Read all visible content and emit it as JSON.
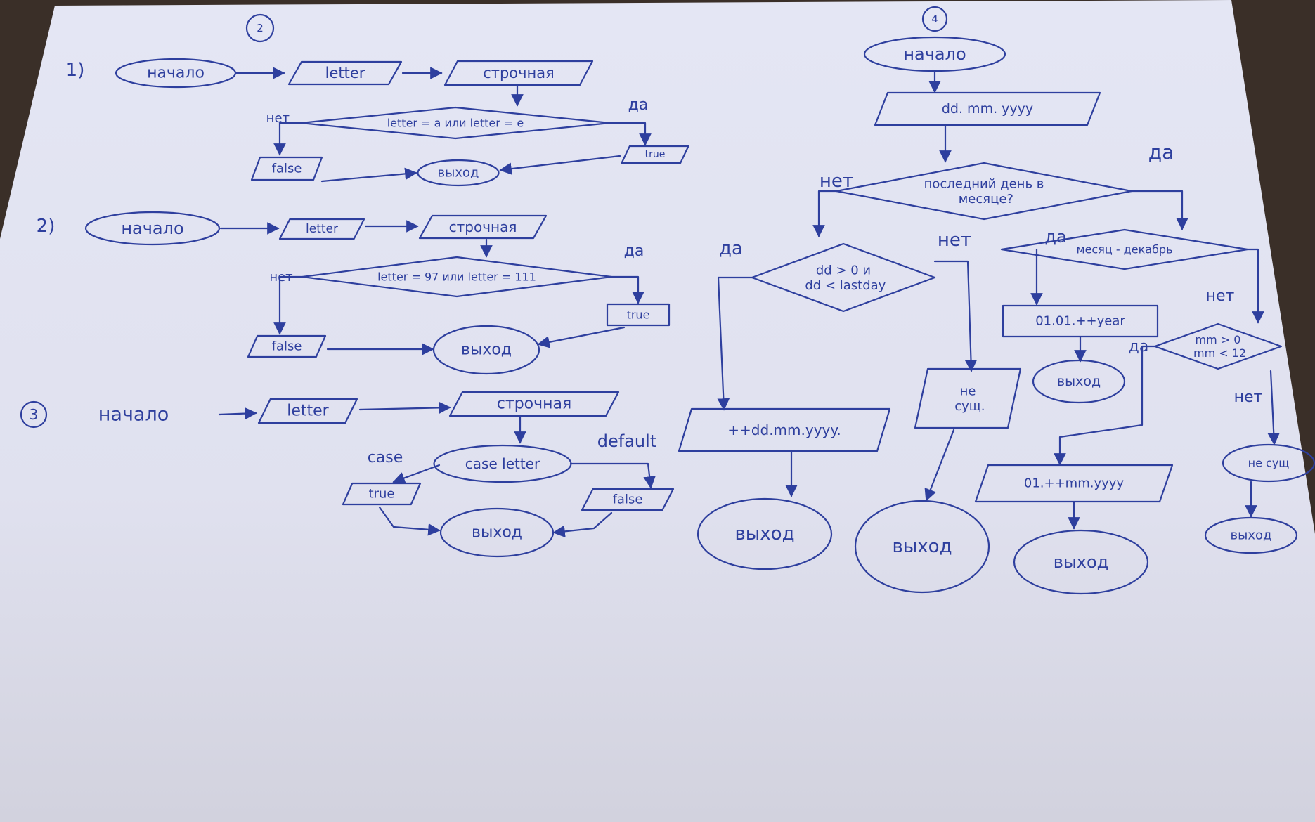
{
  "colors": {
    "ink": "#2e3f9e",
    "paper": "#e6e7f3",
    "table": "#3a2f28"
  },
  "diagram": {
    "nodes": [
      {
        "id": "mark2",
        "label": "2",
        "shape": "circle"
      },
      {
        "id": "mark4",
        "label": "4",
        "shape": "circle"
      },
      {
        "id": "num1",
        "label": "1)",
        "shape": "none"
      },
      {
        "id": "num2",
        "label": "2)",
        "shape": "none"
      },
      {
        "id": "num3",
        "label": "3",
        "shape": "circle"
      },
      {
        "id": "d1_start",
        "label": "начало",
        "shape": "terminal"
      },
      {
        "id": "d1_in",
        "label": "letter",
        "shape": "parallelogram"
      },
      {
        "id": "d1_proc",
        "label": "строчная",
        "shape": "parallelogram"
      },
      {
        "id": "d1_cond",
        "label": "letter = a или letter = e",
        "shape": "decision"
      },
      {
        "id": "d1_false",
        "label": "false",
        "shape": "parallelogram"
      },
      {
        "id": "d1_true",
        "label": "true",
        "shape": "parallelogram"
      },
      {
        "id": "d1_exit",
        "label": "выход",
        "shape": "terminal"
      },
      {
        "id": "d2_start",
        "label": "начало",
        "shape": "terminal"
      },
      {
        "id": "d2_in",
        "label": "letter",
        "shape": "parallelogram"
      },
      {
        "id": "d2_proc",
        "label": "строчная",
        "shape": "parallelogram"
      },
      {
        "id": "d2_cond",
        "label": "letter = 97 или letter = 111",
        "shape": "decision"
      },
      {
        "id": "d2_false",
        "label": "false",
        "shape": "parallelogram"
      },
      {
        "id": "d2_true",
        "label": "true",
        "shape": "rect"
      },
      {
        "id": "d2_exit",
        "label": "выход",
        "shape": "terminal"
      },
      {
        "id": "d3_start",
        "label": "начало",
        "shape": "none"
      },
      {
        "id": "d3_in",
        "label": "letter",
        "shape": "parallelogram"
      },
      {
        "id": "d3_proc",
        "label": "строчная",
        "shape": "parallelogram"
      },
      {
        "id": "d3_case",
        "label": "case letter",
        "shape": "terminal"
      },
      {
        "id": "d3_true",
        "label": "true",
        "shape": "parallelogram"
      },
      {
        "id": "d3_false",
        "label": "false",
        "shape": "parallelogram"
      },
      {
        "id": "d3_exit",
        "label": "выход",
        "shape": "terminal"
      },
      {
        "id": "d4_start",
        "label": "начало",
        "shape": "terminal"
      },
      {
        "id": "d4_in",
        "label": "dd. mm. yyyy",
        "shape": "parallelogram"
      },
      {
        "id": "d4_cond1",
        "label": "последний день в месяце?",
        "shape": "decision"
      },
      {
        "id": "d4_cond2",
        "label": "dd > 0 и dd < lastday",
        "shape": "decision"
      },
      {
        "id": "d4_cond3",
        "label": "месяц - декабрь",
        "shape": "decision"
      },
      {
        "id": "d4_newyear",
        "label": "01.01.++year",
        "shape": "rect"
      },
      {
        "id": "d4_exitA",
        "label": "выход",
        "shape": "terminal"
      },
      {
        "id": "d4_cond4",
        "label": "mm > 0 mm < 12",
        "shape": "decision"
      },
      {
        "id": "d4_nodate1",
        "label": "не сущ.",
        "shape": "parallelogram"
      },
      {
        "id": "d4_nodate2",
        "label": "не сущ",
        "shape": "terminal"
      },
      {
        "id": "d4_incday",
        "label": "++dd.mm.yyyy.",
        "shape": "parallelogram"
      },
      {
        "id": "d4_incmonth",
        "label": "01.++mm.yyyy",
        "shape": "parallelogram"
      },
      {
        "id": "d4_exitB",
        "label": "выход",
        "shape": "terminal"
      },
      {
        "id": "d4_exitC",
        "label": "выход",
        "shape": "terminal"
      },
      {
        "id": "d4_exitD",
        "label": "выход",
        "shape": "terminal"
      },
      {
        "id": "d4_exitE",
        "label": "выход",
        "shape": "terminal"
      }
    ],
    "edges": [
      {
        "from": "d1_start",
        "to": "d1_in"
      },
      {
        "from": "d1_in",
        "to": "d1_proc"
      },
      {
        "from": "d1_proc",
        "to": "d1_cond"
      },
      {
        "from": "d1_cond",
        "to": "d1_false",
        "label": "нет"
      },
      {
        "from": "d1_cond",
        "to": "d1_true",
        "label": "да"
      },
      {
        "from": "d1_false",
        "to": "d1_exit"
      },
      {
        "from": "d1_true",
        "to": "d1_exit"
      },
      {
        "from": "d2_start",
        "to": "d2_in"
      },
      {
        "from": "d2_in",
        "to": "d2_proc"
      },
      {
        "from": "d2_proc",
        "to": "d2_cond"
      },
      {
        "from": "d2_cond",
        "to": "d2_false",
        "label": "нет"
      },
      {
        "from": "d2_cond",
        "to": "d2_true",
        "label": "да"
      },
      {
        "from": "d2_false",
        "to": "d2_exit"
      },
      {
        "from": "d2_true",
        "to": "d2_exit"
      },
      {
        "from": "d3_start",
        "to": "d3_in"
      },
      {
        "from": "d3_in",
        "to": "d3_proc"
      },
      {
        "from": "d3_proc",
        "to": "d3_case"
      },
      {
        "from": "d3_case",
        "to": "d3_true",
        "label": "case"
      },
      {
        "from": "d3_case",
        "to": "d3_false",
        "label": "default"
      },
      {
        "from": "d3_true",
        "to": "d3_exit"
      },
      {
        "from": "d3_false",
        "to": "d3_exit"
      },
      {
        "from": "d4_start",
        "to": "d4_in"
      },
      {
        "from": "d4_in",
        "to": "d4_cond1"
      },
      {
        "from": "d4_cond1",
        "to": "d4_cond2",
        "label": "нет"
      },
      {
        "from": "d4_cond1",
        "to": "d4_cond3",
        "label": "да"
      },
      {
        "from": "d4_cond2",
        "to": "d4_incday",
        "label": "да"
      },
      {
        "from": "d4_cond2",
        "to": "d4_nodate1",
        "label": "нет"
      },
      {
        "from": "d4_cond3",
        "to": "d4_newyear",
        "label": "да"
      },
      {
        "from": "d4_cond3",
        "to": "d4_cond4",
        "label": "нет"
      },
      {
        "from": "d4_newyear",
        "to": "d4_exitA"
      },
      {
        "from": "d4_cond4",
        "to": "d4_incmonth",
        "label": "да"
      },
      {
        "from": "d4_cond4",
        "to": "d4_nodate2",
        "label": "нет"
      },
      {
        "from": "d4_incday",
        "to": "d4_exitB"
      },
      {
        "from": "d4_nodate1",
        "to": "d4_exitC"
      },
      {
        "from": "d4_incmonth",
        "to": "d4_exitD"
      },
      {
        "from": "d4_nodate2",
        "to": "d4_exitE"
      }
    ]
  }
}
